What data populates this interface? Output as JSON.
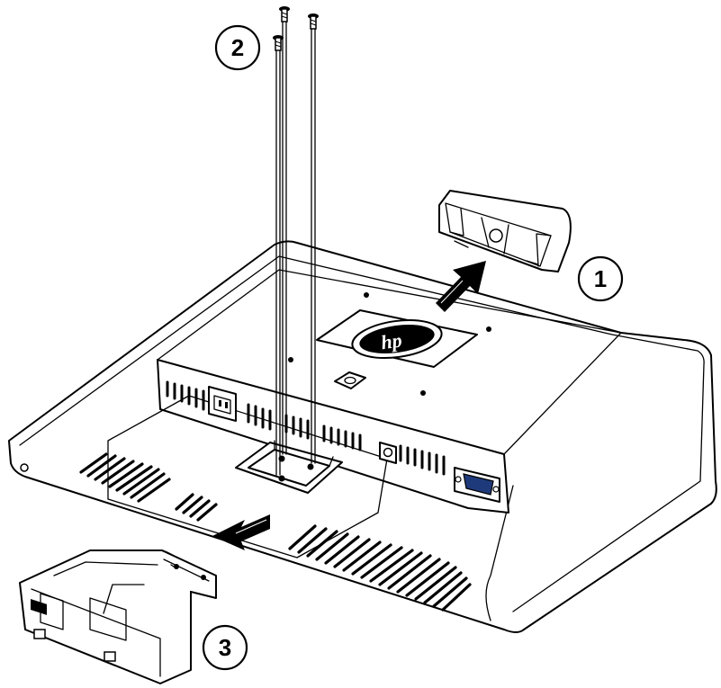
{
  "callouts": {
    "step1": "1",
    "step2": "2",
    "step3": "3"
  },
  "colors": {
    "line": "#000000",
    "background": "#ffffff",
    "connector_accent": "#1f3a7a"
  },
  "icons": [
    "hp-logo-icon",
    "arrow-icon",
    "screw-icon",
    "power-connector-icon",
    "vga-connector-icon"
  ]
}
